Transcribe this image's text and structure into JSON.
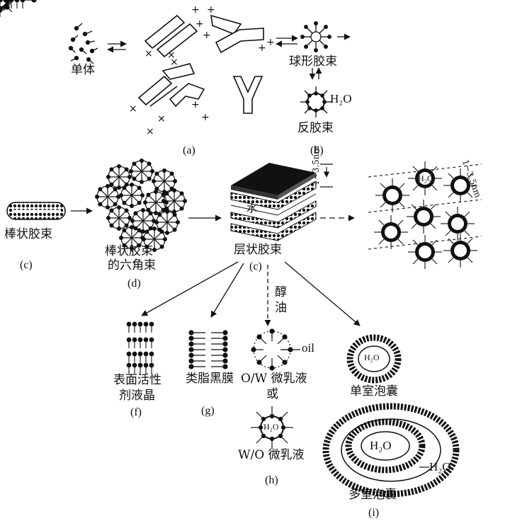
{
  "labels": {
    "monomer": "单体",
    "spherical_micelle": "球形胶束",
    "reverse_micelle": "反胶束",
    "rod_micelle": "棒状胶束",
    "hex_line1": "棒状胶束",
    "hex_line2": "的六角束",
    "lamellar": "层状胶束",
    "water": "水",
    "thickness": "1~3.5nm",
    "thickness_right": "1~3.5nm",
    "alcohol_oil_1": "醇",
    "alcohol_oil_2": "油",
    "lc_line1": "表面活性",
    "lc_line2": "剂液晶",
    "blm": "类脂黑膜",
    "ow": "O/W 微乳液",
    "or": "或",
    "wo": "W/O 微乳液",
    "oil": "oil",
    "uni_vesicle": "单室泡囊",
    "multi_vesicle": "多室泡囊",
    "h2o_b": "H₂O",
    "h2o_multi": "H₂O",
    "h2o_vesicle": "H₂O",
    "h2o_outer": "H₂O",
    "h2o_w": "H₂O",
    "h2o_small": "H₂O"
  },
  "captions": {
    "a": "(a)",
    "b": "(b)",
    "c_left": "(c)",
    "d": "(d)",
    "c_mid": "(c)",
    "f": "(f)",
    "g": "(g)",
    "h": "(h)",
    "i": "(i)"
  }
}
